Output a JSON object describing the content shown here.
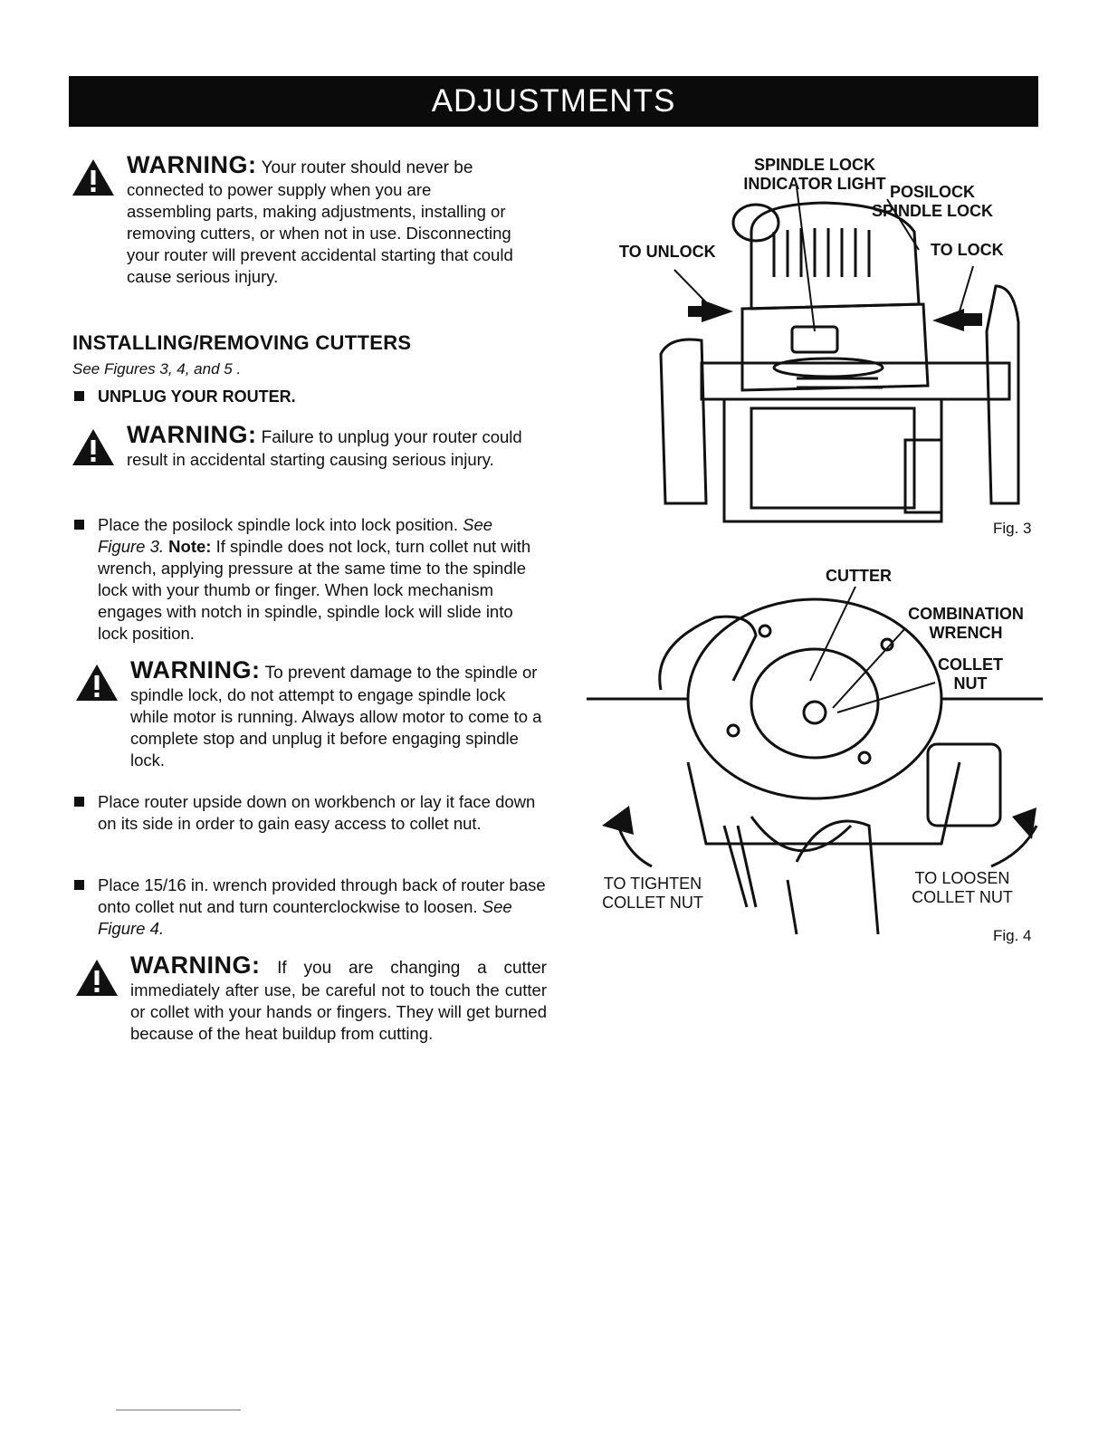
{
  "header": {
    "title": "ADJUSTMENTS"
  },
  "warnings": [
    {
      "head": "WARNING:",
      "lead": "Your router should never be",
      "body": "connected to power supply when you are assembling parts, making adjustments, installing or removing cutters, or when not in use. Disconnecting your router will prevent accidental starting that could cause serious injury."
    },
    {
      "head": "WARNING:",
      "lead": "Failure to unplug your router",
      "body": "could result in accidental starting causing serious injury."
    },
    {
      "head": "WARNING:",
      "lead": "To prevent damage to the",
      "body": "spindle or spindle lock, do not attempt to engage spindle lock while motor is running. Always allow motor to come to a complete stop and unplug it before engaging spindle lock."
    },
    {
      "head": "WARNING:",
      "lead": "If you are changing a cutter",
      "body": "immediately after use, be careful not to touch the cutter or collet with your hands or fingers. They will get burned because of the heat buildup from cutting."
    }
  ],
  "section": {
    "title": "INSTALLING/REMOVING CUTTERS",
    "subtitle": "See Figures 3, 4, and 5 .",
    "unplug": "UNPLUG YOUR ROUTER."
  },
  "steps": [
    {
      "text": "Place the posilock spindle lock into lock position. ",
      "ref": "See Figure 3.",
      "note_label": " Note:",
      "note": " If spindle does not lock, turn collet nut with wrench, applying pressure at the same time to the spindle lock with your thumb or finger. When lock mechanism engages with notch in spindle, spindle lock will slide into lock position."
    },
    {
      "text": "Place router upside down on workbench or lay it face down on its side in order to gain easy access to collet nut."
    },
    {
      "text": "Place 15/16 in. wrench provided through back of router base onto collet nut and turn counterclockwise to loosen. ",
      "ref": "See Figure 4."
    }
  ],
  "fig3": {
    "caption": "Fig. 3",
    "labels": {
      "indicator_1": "SPINDLE LOCK",
      "indicator_2": "INDICATOR LIGHT",
      "posilock_1": "POSILOCK",
      "posilock_2": "SPINDLE LOCK",
      "unlock": "TO UNLOCK",
      "lock": "TO LOCK"
    }
  },
  "fig4": {
    "caption": "Fig. 4",
    "labels": {
      "cutter": "CUTTER",
      "wrench_1": "COMBINATION",
      "wrench_2": "WRENCH",
      "collet_1": "COLLET",
      "collet_2": "NUT",
      "tighten_1": "TO TIGHTEN",
      "tighten_2": "COLLET NUT",
      "loosen_1": "TO LOOSEN",
      "loosen_2": "COLLET NUT"
    }
  }
}
